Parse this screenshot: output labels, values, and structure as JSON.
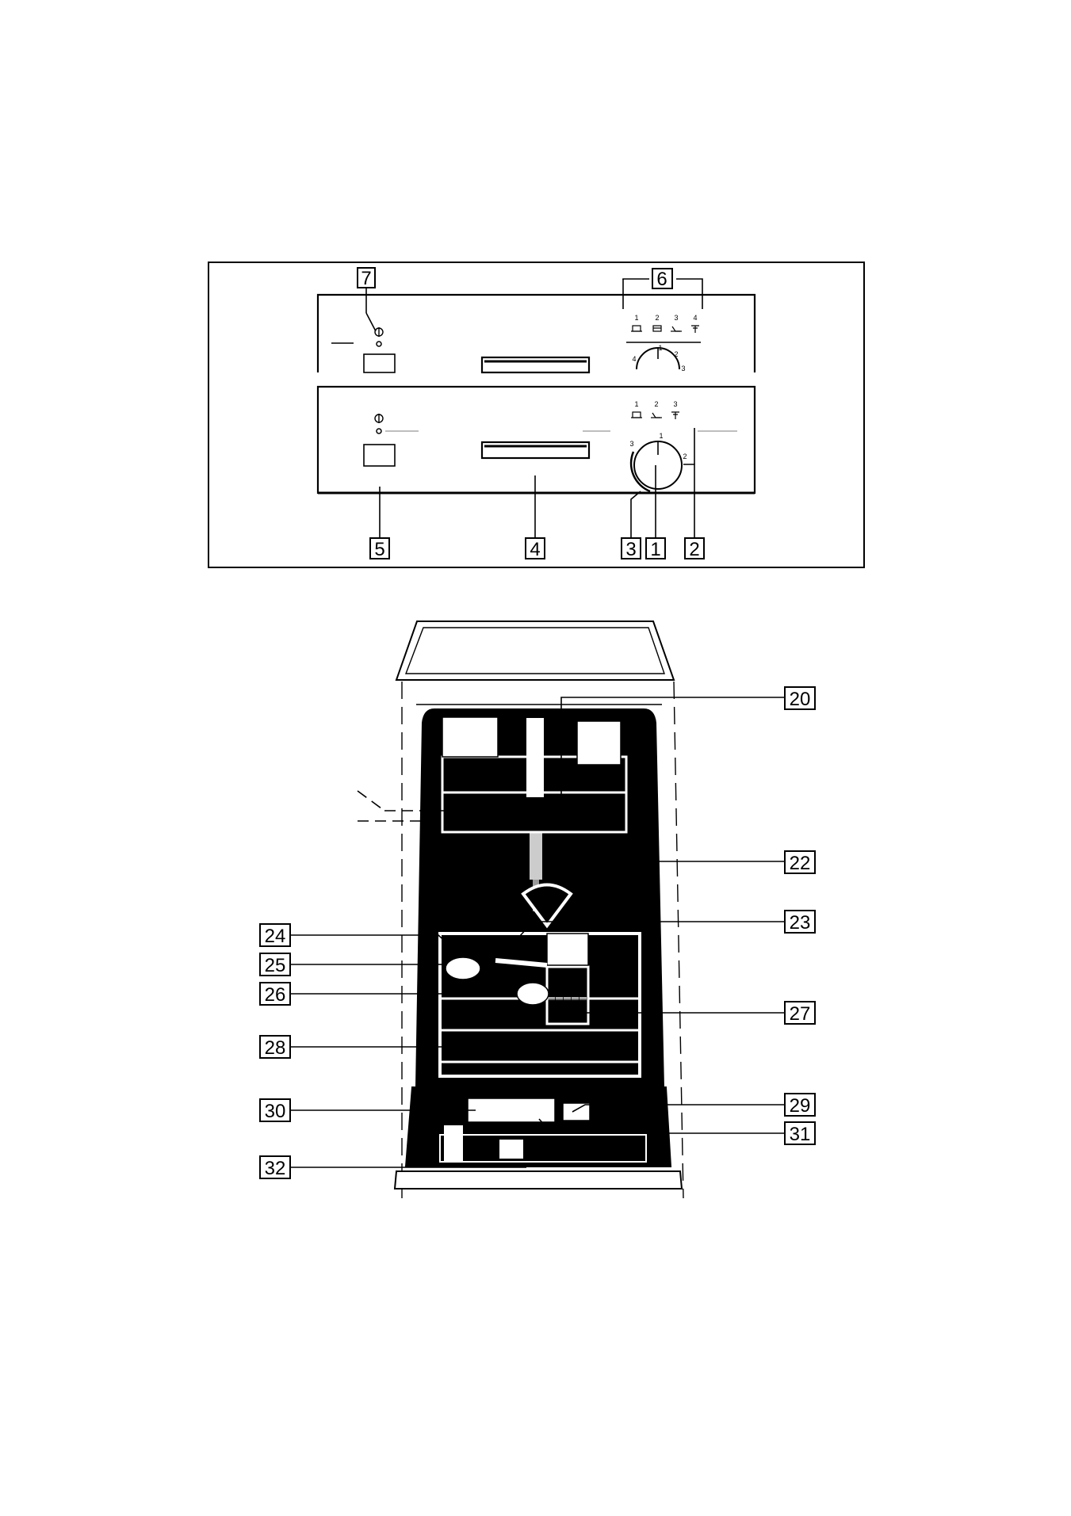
{
  "palette": {
    "ink": "#000000",
    "paper": "#ffffff"
  },
  "panel_icons": [
    "power-icon",
    "program-symbol-icon"
  ],
  "upper_panel": {
    "program_numbers": [
      "1",
      "2",
      "3",
      "4"
    ],
    "dial_numbers": [
      "4",
      "1",
      "2",
      "3"
    ]
  },
  "lower_panel": {
    "program_numbers": [
      "1",
      "2",
      "3"
    ],
    "dial_numbers": [
      "3",
      "1",
      "2"
    ]
  },
  "callouts": {
    "c1": "1",
    "c2": "2",
    "c3": "3",
    "c4": "4",
    "c5": "5",
    "c6": "6",
    "c7": "7",
    "c20": "20",
    "c22": "22",
    "c23": "23",
    "c24": "24",
    "c25": "25",
    "c26": "26",
    "c27": "27",
    "c28": "28",
    "c29": "29",
    "c30": "30",
    "c31": "31",
    "c32": "32"
  }
}
